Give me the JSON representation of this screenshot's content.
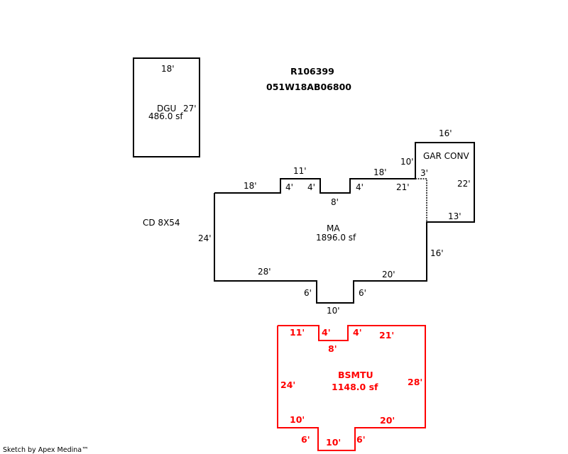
{
  "header": {
    "parcel_id": "R106399",
    "map_number": "051W18AB06800"
  },
  "colors": {
    "outline": "#000000",
    "basement": "#ff0000"
  },
  "dgu": {
    "name": "DGU",
    "area": "486.0 sf",
    "dims": {
      "top": "18'",
      "side": "27'"
    }
  },
  "cd_note": "CD 8X54",
  "main_area": {
    "name": "MA",
    "area": "1896.0 sf",
    "dims": [
      "18'",
      "4'",
      "11'",
      "4'",
      "8'",
      "4'",
      "18'",
      "21'",
      "10'",
      "3'",
      "24'",
      "28'",
      "6'",
      "10'",
      "6'",
      "20'",
      "16'"
    ]
  },
  "garage": {
    "name": "GAR CONV",
    "dims": [
      "16'",
      "22'",
      "13'"
    ]
  },
  "basement": {
    "name": "BSMTU",
    "area": "1148.0 sf",
    "dims": [
      "11'",
      "4'",
      "8'",
      "4'",
      "21'",
      "24'",
      "28'",
      "10'",
      "20'",
      "6'",
      "10'",
      "6'"
    ]
  },
  "footer": "Sketch by Apex Medina™"
}
